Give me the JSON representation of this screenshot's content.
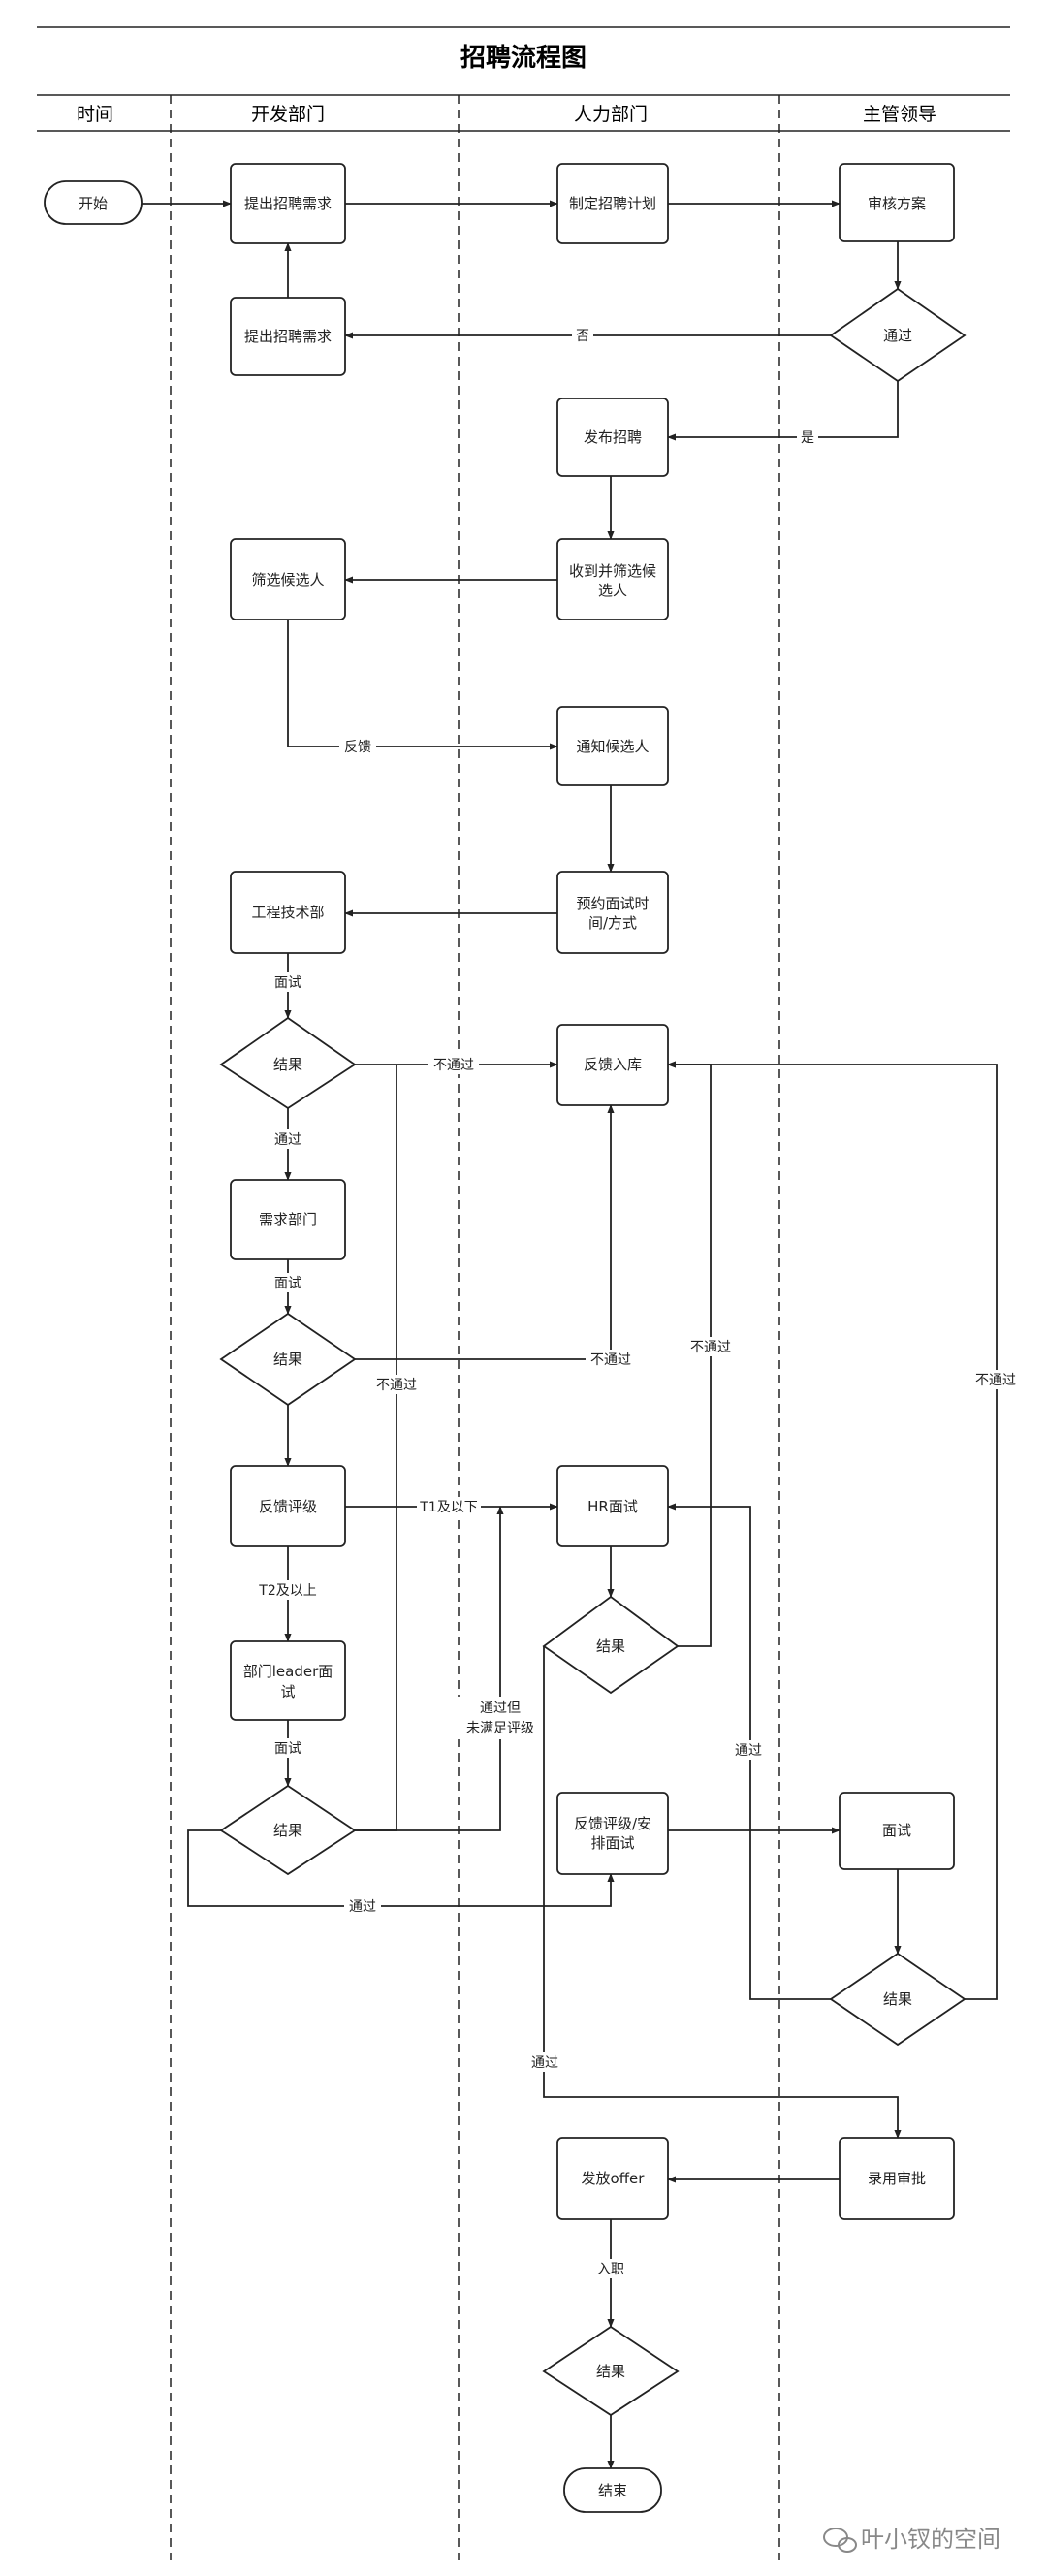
{
  "title": "招聘流程图",
  "lanes": {
    "time": "时间",
    "dev": "开发部门",
    "hr": "人力部门",
    "lead": "主管领导"
  },
  "nodes": {
    "start": "开始",
    "dev_req1": "提出招聘需求",
    "hr_plan": "制定招聘计划",
    "lead_review": "审核方案",
    "dev_req2": "提出招聘需求",
    "lead_pass": "通过",
    "hr_publish": "发布招聘",
    "hr_collect": [
      "收到并筛选候",
      "选人"
    ],
    "dev_screen": "筛选候选人",
    "hr_notify": "通知候选人",
    "dev_eng": "工程技术部",
    "hr_schedule": [
      "预约面试时",
      "间/方式"
    ],
    "dev_result1": "结果",
    "hr_feedback_db": "反馈入库",
    "dev_demand": "需求部门",
    "dev_result2": "结果",
    "dev_rating": "反馈评级",
    "hr_interview": "HR面试",
    "hr_result": "结果",
    "dev_leader": [
      "部门leader面",
      "试"
    ],
    "dev_result3": "结果",
    "hr_rating": [
      "反馈评级/安",
      "排面试"
    ],
    "lead_interview": "面试",
    "lead_result": "结果",
    "hr_offer": "发放offer",
    "lead_approve": "录用审批",
    "hr_result_final": "结果",
    "end": "结束"
  },
  "edges": {
    "no": "否",
    "yes": "是",
    "feedback": "反馈",
    "interview1": "面试",
    "fail1": "不通过",
    "pass1": "通过",
    "interview2": "面试",
    "fail2": "不通过",
    "fail3": "不通过",
    "t1": "T1及以下",
    "t2": "T2及以上",
    "interview3": "面试",
    "pass_partial": [
      "通过但",
      "未满足评级"
    ],
    "fail_hr": "不通过",
    "pass_hr": "通过",
    "fail_lead": "不通过",
    "pass_lead": "通过",
    "pass_dev3": "通过",
    "onboard": "入职"
  },
  "watermark": "叶小钗的空间"
}
